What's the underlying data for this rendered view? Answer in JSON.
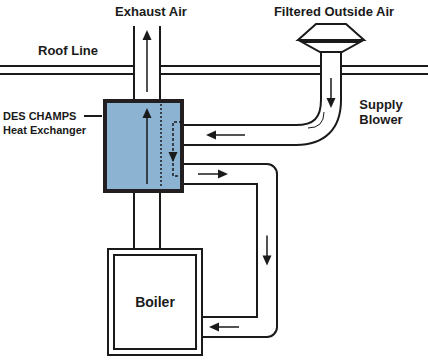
{
  "diagram": {
    "nodes": [
      {
        "text": [
          "DES CHAMPS Heat Exchanger"
        ]
      },
      {
        "text": [
          "Boiler"
        ]
      }
    ],
    "edges": [
      {
        "from": 0,
        "to": 1,
        "arrow": "to"
      },
      {
        "from": 1,
        "to": 0,
        "arrow": "none"
      }
    ],
    "labels": [
      "Exhaust Air",
      "Filtered Outside Air",
      "Roof Line",
      "Supply Blower"
    ]
  }
}
